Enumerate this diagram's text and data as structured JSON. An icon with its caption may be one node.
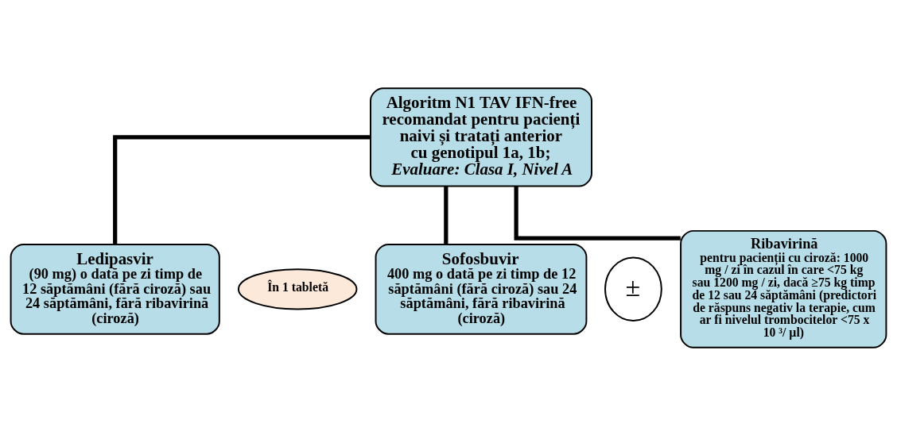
{
  "diagram": {
    "nodes": [
      {
        "text": [
          "Algoritm N1 TAV IFN-free recomandat pentru pacienți naivi și tratați anterior cu genotipul 1a, 1b;",
          "Evaluare: Clasa I, Nivel A"
        ]
      },
      {
        "text": [
          "Ledipasvir",
          "(90 mg) o dată pe zi timp de 12 săptămâni (fără ciroză) sau 24 săptămâni, fără ribavirină (ciroză)"
        ]
      },
      {
        "text": [
          "În 1 tabletă"
        ]
      },
      {
        "text": [
          "Sofosbuvir",
          "400 mg o dată pe zi timp de 12 săptămâni (fără ciroză) sau 24 săptămâni, fără ribavirină (ciroză)"
        ]
      },
      {
        "text": [
          "±"
        ]
      },
      {
        "text": [
          "Ribavirină",
          "pentru pacienții cu ciroză: 1000 mg / zi în cazul în care <75 kg sau 1200 mg / zi, dacă ≥75 kg timp de 12 sau 24 săptămâni (predictori de răspuns negativ la terapie, cum ar fi nivelul trombocitelor <75 x 10 ³/ µl)"
        ]
      }
    ],
    "edges": [
      {
        "from": 0,
        "to": 1,
        "arrow": "none"
      },
      {
        "from": 0,
        "to": 3,
        "arrow": "none"
      },
      {
        "from": 0,
        "to": 5,
        "arrow": "none"
      }
    ]
  }
}
